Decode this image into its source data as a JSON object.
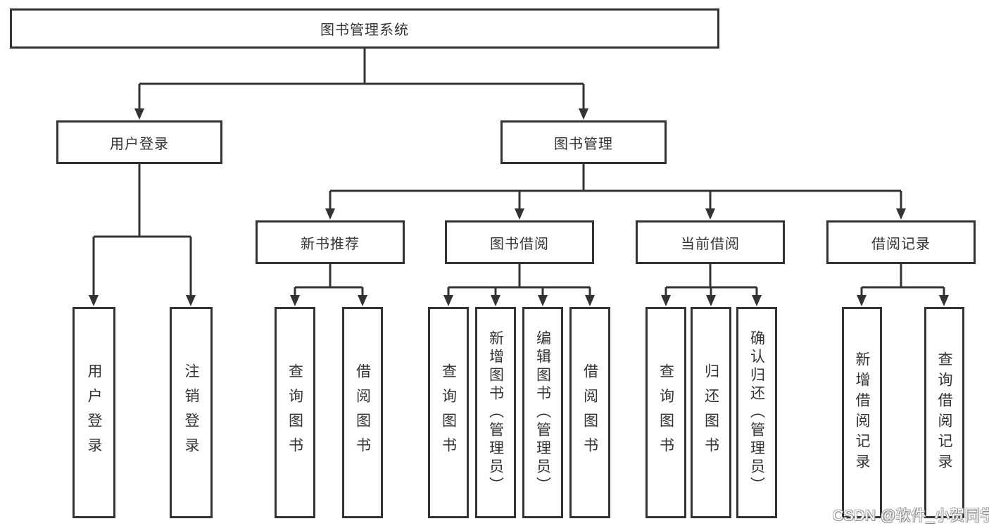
{
  "colors": {
    "line": "#333333",
    "box_border": "#333333",
    "box_background": "#ffffff",
    "text": "#333333",
    "watermark_text": "#ffffff"
  },
  "nodes": {
    "root": "图书管理系统",
    "user_login": "用户登录",
    "book_management": "图书管理",
    "new_book_recommend": "新书推荐",
    "book_borrow": "图书借阅",
    "current_borrow": "当前借阅",
    "borrow_records": "借阅记录",
    "leaf_user_login": "用户登录",
    "leaf_logout": "注销登录",
    "leaf_nbr_query_books": "查询图书",
    "leaf_nbr_borrow_books": "借阅图书",
    "leaf_bb_query_books": "查询图书",
    "leaf_bb_add_books": "新增图书（管理员）",
    "leaf_bb_edit_books": "编辑图书（管理员）",
    "leaf_bb_borrow_books": "借阅图书",
    "leaf_cb_query_books": "查询图书",
    "leaf_cb_return_books": "归还图书",
    "leaf_cb_confirm_return": "确认归还（管理员）",
    "leaf_br_add_record": "新增借阅记录",
    "leaf_br_query_record": "查询借阅记录"
  },
  "watermark": "CSDN @软件_小贺同学"
}
